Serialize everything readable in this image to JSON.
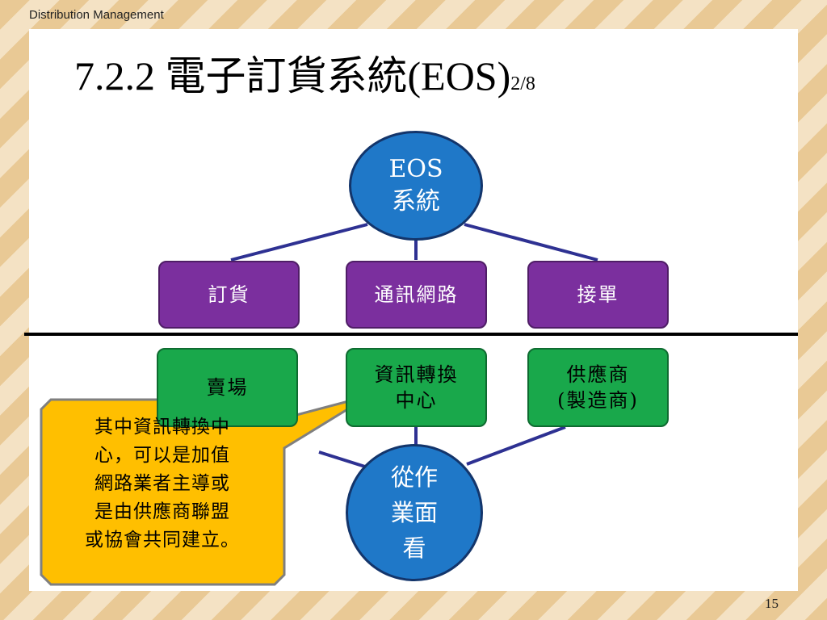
{
  "header": {
    "text": "Distribution Management"
  },
  "title": {
    "main": "7.2.2 電子訂貨系統(EOS)",
    "sub": "2/8"
  },
  "top_node": {
    "lines": [
      "EOS",
      "系統"
    ]
  },
  "top_row": [
    {
      "lines": [
        "訂貨"
      ]
    },
    {
      "lines": [
        "通訊網路"
      ]
    },
    {
      "lines": [
        "接單"
      ]
    }
  ],
  "bottom_row": [
    {
      "lines": [
        "賣場"
      ]
    },
    {
      "lines": [
        "資訊轉換",
        "中心"
      ]
    },
    {
      "lines": [
        "供應商",
        "(製造商)"
      ]
    }
  ],
  "bottom_node": {
    "lines": [
      "從作",
      "業面",
      "看"
    ]
  },
  "callout": {
    "lines": [
      "其中資訊轉換中",
      "心，可以是加值",
      "網路業者主導或",
      "是由供應商聯盟",
      "或協會共同建立。"
    ],
    "fill": "#ffbf00",
    "stroke": "#7f7f7f"
  },
  "colors": {
    "node_circle": "#1f78c8",
    "top_box": "#7b2f9e",
    "bottom_box": "#19a84b",
    "connector": "#2e3192"
  },
  "page_number": "15"
}
